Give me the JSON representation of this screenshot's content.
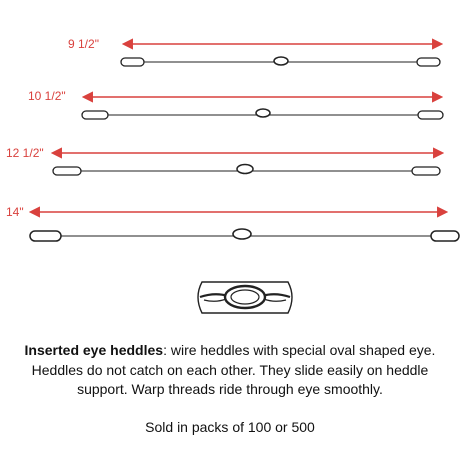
{
  "colors": {
    "arrow": "#d9413d",
    "wire": "#222222",
    "text": "#111111"
  },
  "heddles": [
    {
      "label": "9 1/2\""
    },
    {
      "label": "10 1/2\""
    },
    {
      "label": "12 1/2\""
    },
    {
      "label": "14\""
    }
  ],
  "detail_icon": "oval-eye-detail",
  "caption": {
    "bold": "Inserted eye heddles",
    "rest": ": wire heddles with special oval shaped eye. Heddles do not catch on each other. They slide easily on heddle support. Warp threads ride through eye smoothly."
  },
  "sold_text": "Sold in packs of 100 or 500"
}
